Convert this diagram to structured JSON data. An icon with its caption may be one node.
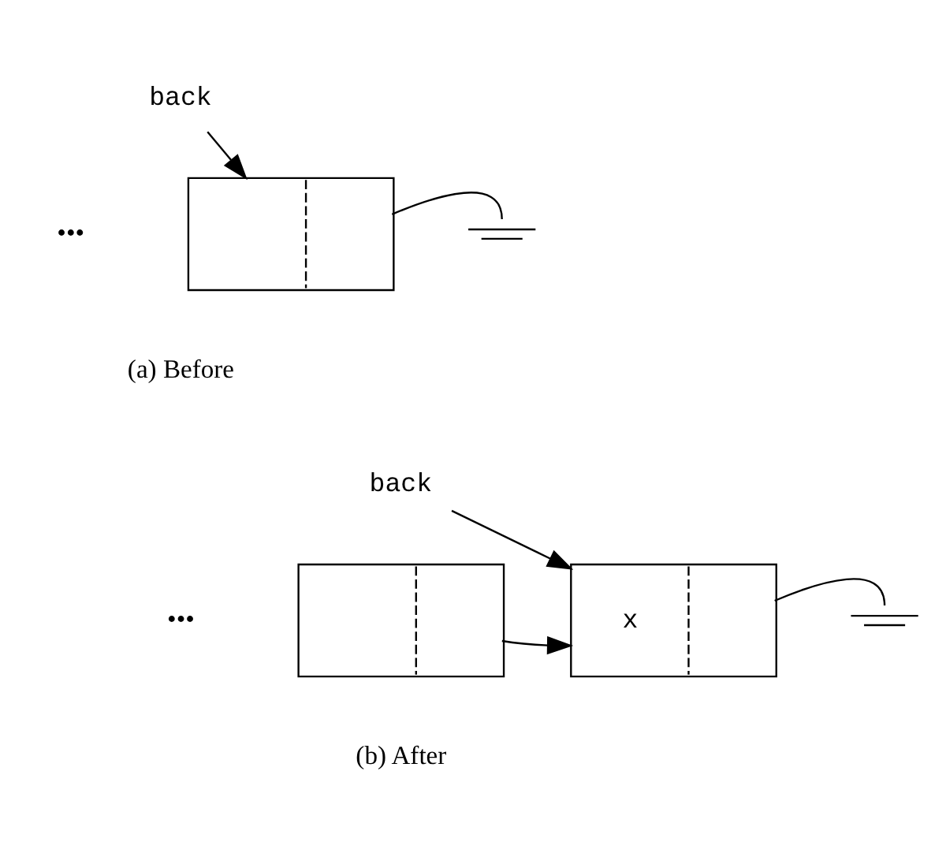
{
  "diagram": {
    "nodes": [
      {
        "text": [
          "back"
        ]
      },
      {
        "text": [],
        "shape": "box"
      },
      {
        "text": [],
        "shape": "ground"
      },
      {
        "text": [
          "back"
        ]
      },
      {
        "text": [],
        "shape": "box"
      },
      {
        "text": [
          "x"
        ]
      },
      {
        "text": [],
        "shape": "ground"
      }
    ],
    "edges": [
      {
        "from": 0,
        "to": 1,
        "arrow": "to"
      },
      {
        "from": 1,
        "to": 2,
        "arrow": "none"
      },
      {
        "from": 3,
        "to": 5,
        "arrow": "to"
      },
      {
        "from": 4,
        "to": 5,
        "arrow": "to"
      },
      {
        "from": 5,
        "to": 6,
        "arrow": "none"
      }
    ],
    "labels": [
      "•••",
      "(a) Before",
      "•••",
      "(b) After"
    ]
  }
}
